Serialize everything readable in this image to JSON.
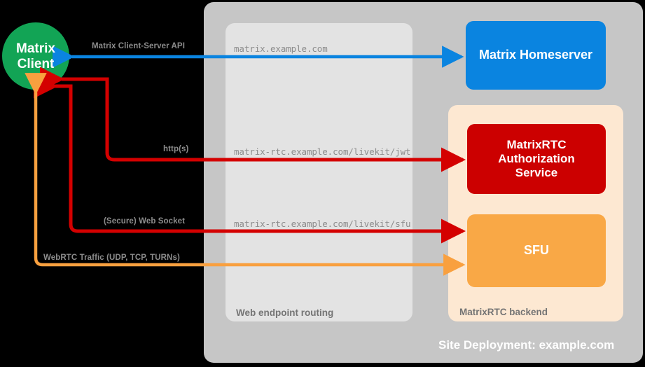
{
  "diagram": {
    "title": "MatrixRTC deployment architecture",
    "background_color": "#000000"
  },
  "containers": {
    "site": {
      "label": "Site Deployment: example.com",
      "color": "#c6c6c6",
      "label_color": "#ffffff"
    },
    "web_routing": {
      "label": "Web endpoint routing",
      "color": "#e3e3e3",
      "label_color": "#747474"
    },
    "rtc_backend": {
      "label": "MatrixRTC backend",
      "color": "#fde8d2",
      "label_color": "#747474"
    }
  },
  "nodes": [
    {
      "id": "matrix-client",
      "label": "Matrix\nClient",
      "label_line1": "Matrix",
      "label_line2": "Client",
      "shape": "circle",
      "color": "#12a455",
      "text_color": "#ffffff"
    },
    {
      "id": "matrix-homeserver",
      "label": "Matrix Homeserver",
      "shape": "rounded-rect",
      "color": "#0a84e0",
      "text_color": "#ffffff"
    },
    {
      "id": "matrixrtc-authorization-service",
      "label": "MatrixRTC\nAuthorization\nService",
      "label_line1": "MatrixRTC",
      "label_line2": "Authorization",
      "label_line3": "Service",
      "shape": "rounded-rect",
      "color": "#cc0000",
      "text_color": "#ffffff"
    },
    {
      "id": "sfu",
      "label": "SFU",
      "shape": "rounded-rect",
      "color": "#f9a846",
      "text_color": "#ffffff"
    }
  ],
  "connections": [
    {
      "id": "client-server-api",
      "label": "Matrix Client-Server API",
      "endpoint": "matrix.example.com",
      "color": "#0a84e0",
      "direction": "bidirectional"
    },
    {
      "id": "jwt-http",
      "label": "http(s)",
      "endpoint": "matrix-rtc.example.com/livekit/jwt",
      "color": "#d40000",
      "direction": "bidirectional"
    },
    {
      "id": "sfu-websocket",
      "label": "(Secure) Web Socket",
      "endpoint": "matrix-rtc.example.com/livekit/sfu",
      "color": "#d40000",
      "direction": "bidirectional"
    },
    {
      "id": "webrtc-traffic",
      "label": "WebRTC Traffic (UDP, TCP, TURNs)",
      "endpoint": "",
      "color": "#f9a03f",
      "direction": "bidirectional"
    }
  ]
}
